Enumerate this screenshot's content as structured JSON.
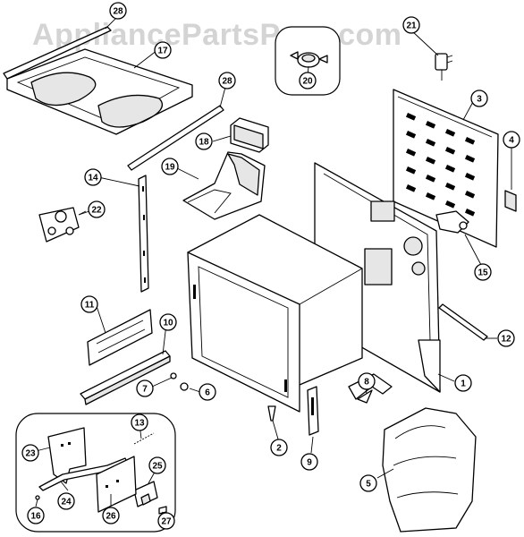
{
  "watermark": {
    "text": "AppliancePartsPros.com"
  },
  "callouts": [
    {
      "id": "c28a",
      "label": "28"
    },
    {
      "id": "c17",
      "label": "17"
    },
    {
      "id": "c21",
      "label": "21"
    },
    {
      "id": "c20",
      "label": "20"
    },
    {
      "id": "c28b",
      "label": "28"
    },
    {
      "id": "c3",
      "label": "3"
    },
    {
      "id": "c18",
      "label": "18"
    },
    {
      "id": "c4",
      "label": "4"
    },
    {
      "id": "c14",
      "label": "14"
    },
    {
      "id": "c19",
      "label": "19"
    },
    {
      "id": "c22",
      "label": "22"
    },
    {
      "id": "c15",
      "label": "15"
    },
    {
      "id": "c11",
      "label": "11"
    },
    {
      "id": "c10",
      "label": "10"
    },
    {
      "id": "c12",
      "label": "12"
    },
    {
      "id": "c8",
      "label": "8"
    },
    {
      "id": "c7",
      "label": "7"
    },
    {
      "id": "c6",
      "label": "6"
    },
    {
      "id": "c1",
      "label": "1"
    },
    {
      "id": "c13",
      "label": "13"
    },
    {
      "id": "c23",
      "label": "23"
    },
    {
      "id": "c25",
      "label": "25"
    },
    {
      "id": "c2",
      "label": "2"
    },
    {
      "id": "c9",
      "label": "9"
    },
    {
      "id": "c5",
      "label": "5"
    },
    {
      "id": "c16",
      "label": "16"
    },
    {
      "id": "c24",
      "label": "24"
    },
    {
      "id": "c26",
      "label": "26"
    },
    {
      "id": "c27",
      "label": "27"
    }
  ]
}
